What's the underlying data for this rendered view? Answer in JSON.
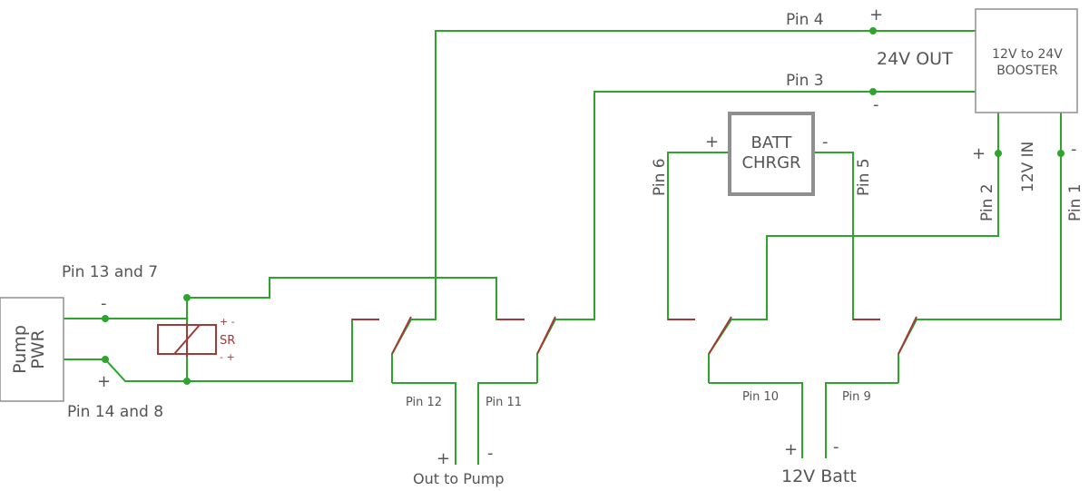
{
  "pump": {
    "line1": "Pump",
    "line2": "PWR"
  },
  "booster": {
    "line1": "12V to 24V",
    "line2": "BOOSTER"
  },
  "charger": {
    "line1": "BATT",
    "line2": "CHRGR"
  },
  "relay": {
    "label": "SR",
    "top_polarity": "+  -",
    "bottom_polarity": "-  +"
  },
  "pins": {
    "pin4": "Pin 4",
    "pin3": "Pin 3",
    "pin6": "Pin 6",
    "pin5": "Pin 5",
    "pin2": "Pin 2",
    "pin1": "Pin 1",
    "pin12": "Pin 12",
    "pin11": "Pin 11",
    "pin10": "Pin 10",
    "pin9": "Pin 9",
    "pin13_7": "Pin 13 and 7",
    "pin14_8": "Pin 14 and 8"
  },
  "labels": {
    "out24": "24V OUT",
    "in12": "12V IN",
    "out_pump": "Out to Pump",
    "batt12": "12V Batt"
  },
  "signs": {
    "plus": "+",
    "minus": "-"
  }
}
